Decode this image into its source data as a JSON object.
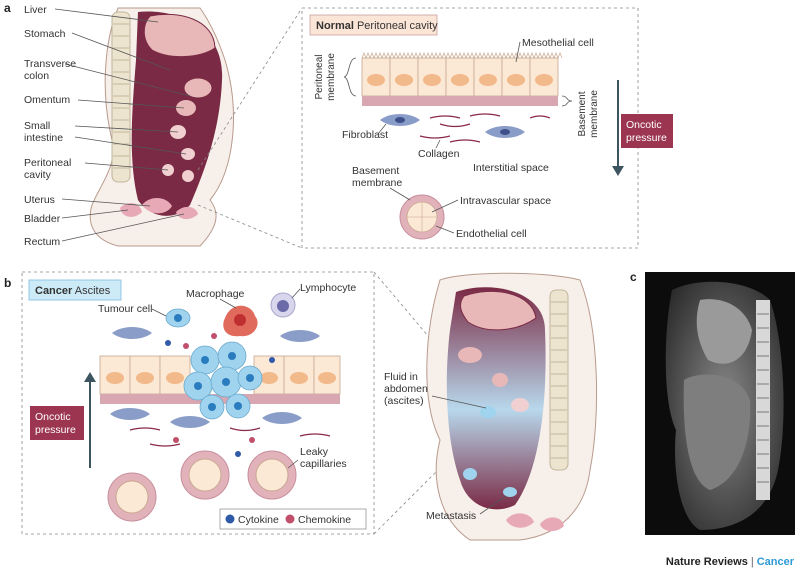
{
  "panels": {
    "a": "a",
    "b": "b",
    "c": "c"
  },
  "panel_a": {
    "anatomy_labels": [
      "Liver",
      "Stomach",
      "Transverse",
      "colon",
      "Omentum",
      "Small",
      "intestine",
      "Peritoneal",
      "cavity",
      "Uterus",
      "Bladder",
      "Rectum"
    ],
    "inset_title_bold": "Normal",
    "inset_title_rest": " Peritoneal cavity",
    "membrane_label": [
      "Peritoneal",
      "membrane"
    ],
    "mesothelial_cell": "Mesothelial cell",
    "basement_membrane_right": [
      "Basement",
      "membrane"
    ],
    "fibroblast": "Fibroblast",
    "collagen": "Collagen",
    "interstitial_space": "Interstitial space",
    "oncotic": [
      "Oncotic",
      "pressure"
    ],
    "basement_membrane_vessel": [
      "Basement",
      "membrane"
    ],
    "intravascular_space": "Intravascular space",
    "endothelial_cell": "Endothelial cell"
  },
  "panel_b": {
    "inset_title_bold": "Cancer",
    "inset_title_rest": " Ascites",
    "macrophage": "Macrophage",
    "lymphocyte": "Lymphocyte",
    "tumour_cell": "Tumour cell",
    "oncotic": [
      "Oncotic",
      "pressure"
    ],
    "leaky": [
      "Leaky",
      "capillaries"
    ],
    "legend_cytokine": "Cytokine",
    "legend_chemokine": "Chemokine",
    "fluid": [
      "Fluid in",
      "abdomen",
      "(ascites)"
    ],
    "metastasis": "Metastasis"
  },
  "credit": {
    "journal": "Nature Reviews",
    "separator": "|",
    "section": "Cancer"
  },
  "colors": {
    "organ_dark": "#7a2a45",
    "organ_light": "#d9a0a8",
    "oncotic_box": "#9b3550",
    "accent_blue": "#2e9bd6",
    "cell_fill": "#fbe9d6",
    "nucleus": "#f2b98a",
    "membrane_band": "#d9a7b2",
    "fibroblast": "#8a9cc8",
    "tumour": "#9fd3ee",
    "ascites": "#a6d4ee"
  }
}
